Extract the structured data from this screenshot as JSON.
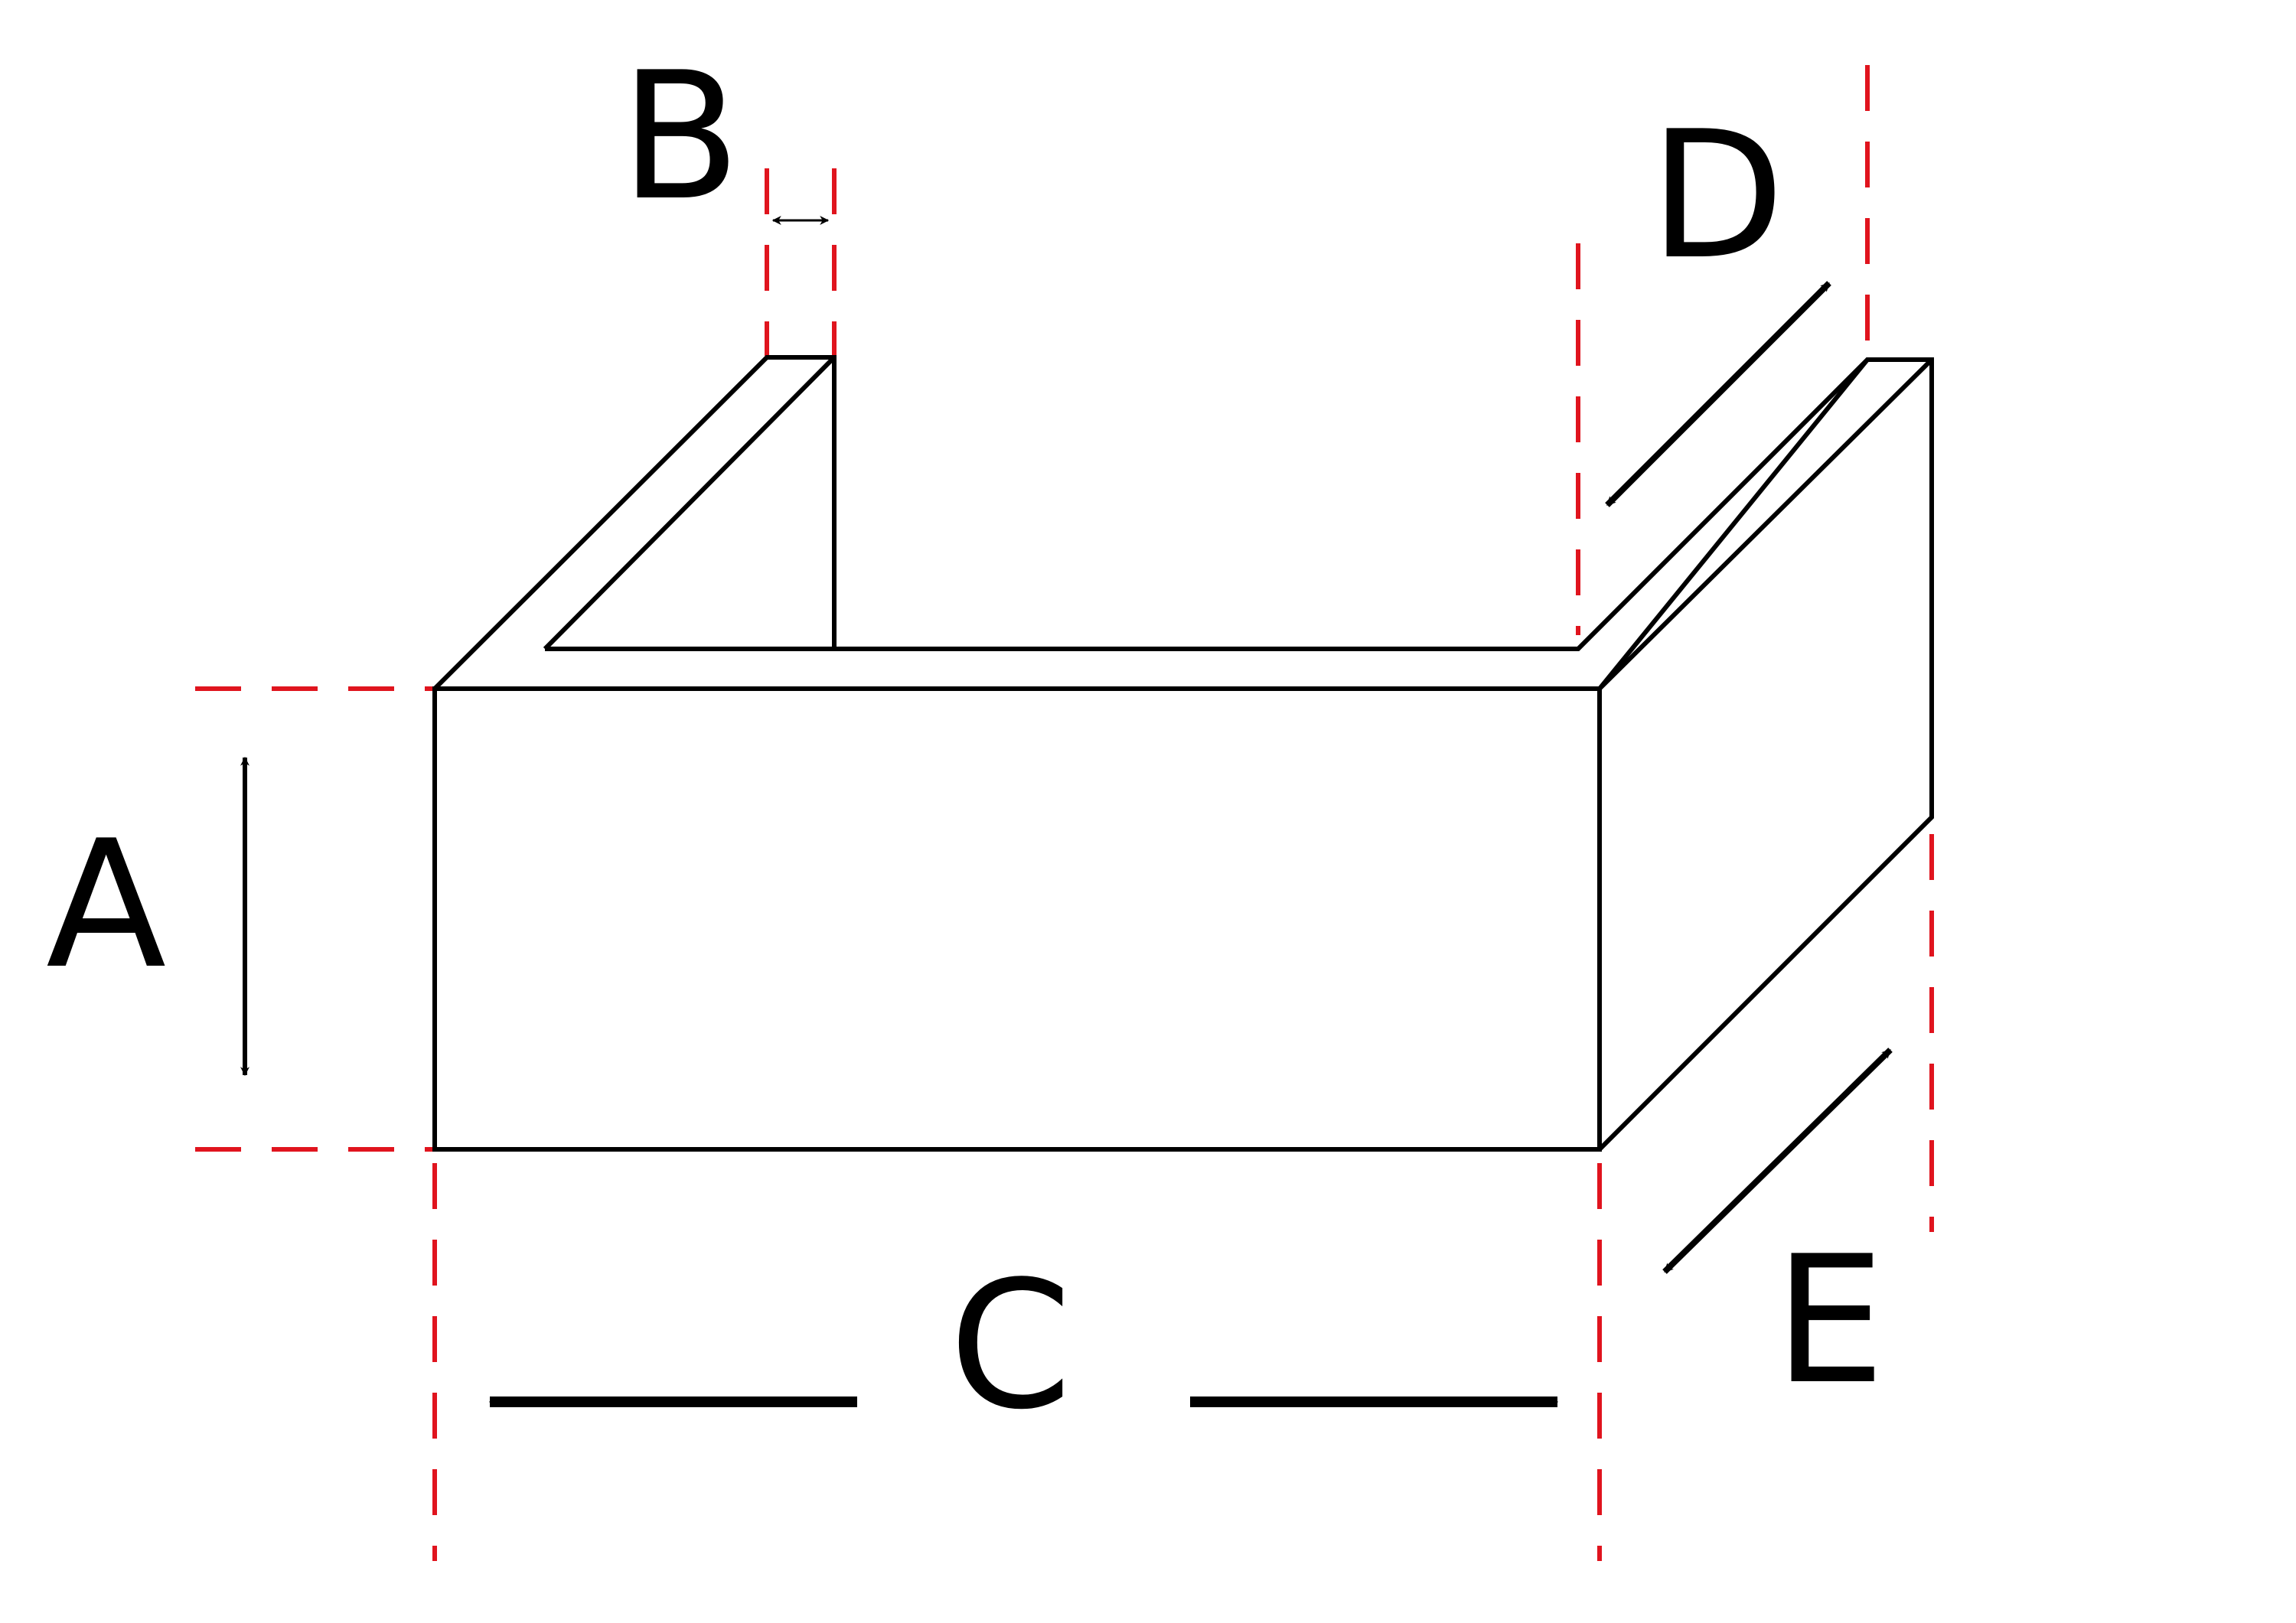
{
  "labels": {
    "a": "A",
    "b": "B",
    "c": "C",
    "d": "D",
    "e": "E"
  },
  "colors": {
    "outline": "#000000",
    "guide": "#e0141e",
    "background": "#ffffff"
  }
}
